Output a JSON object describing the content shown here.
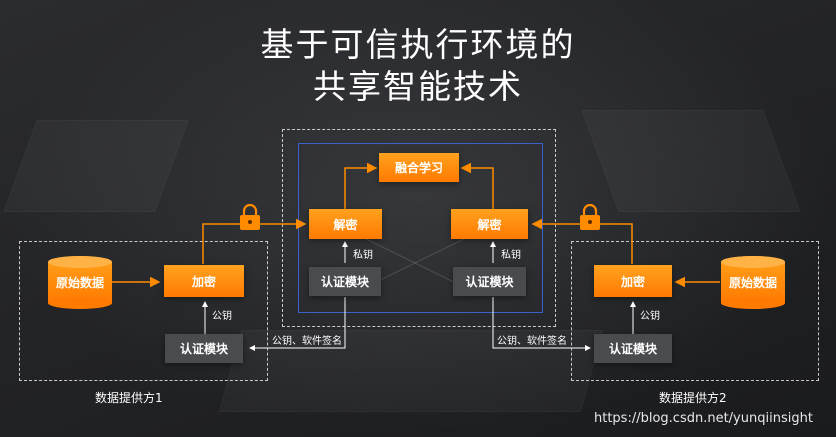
{
  "title": {
    "line1": "基于可信执行环境的",
    "line2": "共享智能技术"
  },
  "tee_zone": {
    "fusion_label": "融合学习",
    "left_decrypt": "解密",
    "right_decrypt": "解密",
    "left_private_key": "私钥",
    "right_private_key": "私钥",
    "left_auth": "认证模块",
    "right_auth": "认证模块"
  },
  "provider1": {
    "caption": "数据提供方1",
    "raw_data": "原始数据",
    "encrypt": "加密",
    "public_key": "公钥",
    "auth": "认证模块",
    "attestation": "公钥、软件签名"
  },
  "provider2": {
    "caption": "数据提供方2",
    "raw_data": "原始数据",
    "encrypt": "加密",
    "public_key": "公钥",
    "auth": "认证模块",
    "attestation": "公钥、软件签名"
  },
  "watermark": "https://blog.csdn.net/yunqiinsight",
  "colors": {
    "orange": "#ff8c00",
    "tee_border": "#3a63c9",
    "gray_box": "#4a4b4f"
  }
}
